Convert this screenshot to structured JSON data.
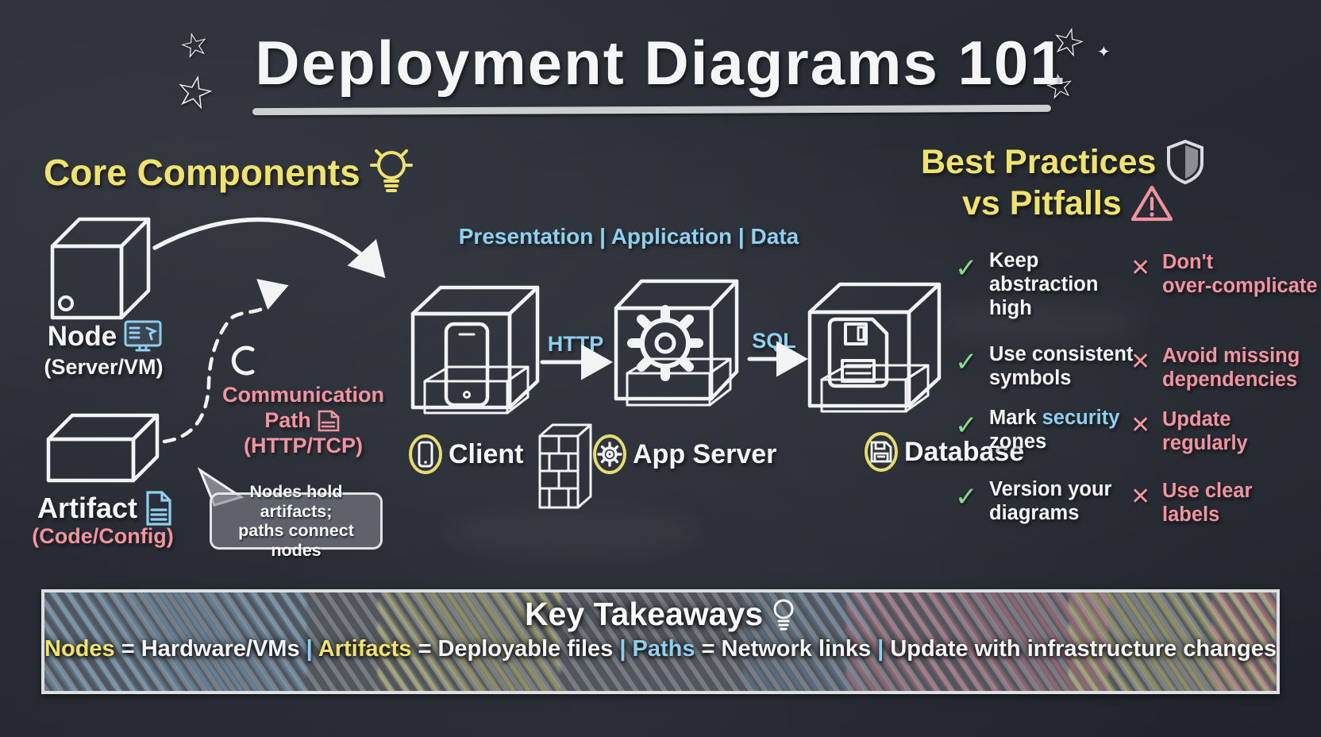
{
  "colors": {
    "white": "#f4f5f6",
    "yellow": "#efe26d",
    "blue": "#8fd0ef",
    "pink": "#f2949f",
    "green": "#86db8a"
  },
  "decor": {
    "star": "☆",
    "sparkle": "✦"
  },
  "title": {
    "text": "Deployment Diagrams 101"
  },
  "core": {
    "heading": "Core Components",
    "node_label": "Node",
    "node_sub": "(Server/VM)",
    "artifact_label": "Artifact",
    "artifact_sub": "(Code/Config)",
    "comm_line1": "Communication",
    "comm_line2": "Path",
    "comm_line3": "(HTTP/TCP)",
    "bubble_text": "Nodes hold artifacts;\npaths connect nodes"
  },
  "middle": {
    "tiers": "Presentation | Application | Data",
    "arrow1": "HTTP",
    "arrow2": "SQL",
    "nodes": [
      {
        "label": "Client"
      },
      {
        "label": "App Server"
      },
      {
        "label": "Database"
      }
    ]
  },
  "right": {
    "heading_line1": "Best Practices",
    "heading_line2": "vs Pitfalls",
    "check_glyph": "✓",
    "x_glyph": "✕",
    "rows": [
      {
        "good": "Keep\nabstraction\nhigh",
        "bad": "Don't\nover-complicate"
      },
      {
        "good": "Use consistent\nsymbols",
        "bad": "Avoid missing\ndependencies"
      },
      {
        "good_parts": [
          {
            "text": "Mark ",
            "color": "white"
          },
          {
            "text": "security",
            "color": "blue"
          },
          {
            "text": "\nzones",
            "color": "white"
          }
        ],
        "bad": "Update\nregularly"
      },
      {
        "good": "Version your\ndiagrams",
        "bad": "Use clear\nlabels"
      }
    ]
  },
  "takeaways": {
    "heading": "Key Takeaways",
    "segments": [
      {
        "text": "Nodes",
        "color": "yellow"
      },
      {
        "text": " = Hardware/VMs ",
        "color": "white"
      },
      {
        "text": "| ",
        "color": "blue"
      },
      {
        "text": "Artifacts",
        "color": "yellow"
      },
      {
        "text": " = Deployable files ",
        "color": "white"
      },
      {
        "text": "| ",
        "color": "blue"
      },
      {
        "text": "Paths",
        "color": "blue"
      },
      {
        "text": " = Network links ",
        "color": "white"
      },
      {
        "text": "| ",
        "color": "blue"
      },
      {
        "text": "Update with infrastructure changes",
        "color": "white"
      }
    ]
  }
}
